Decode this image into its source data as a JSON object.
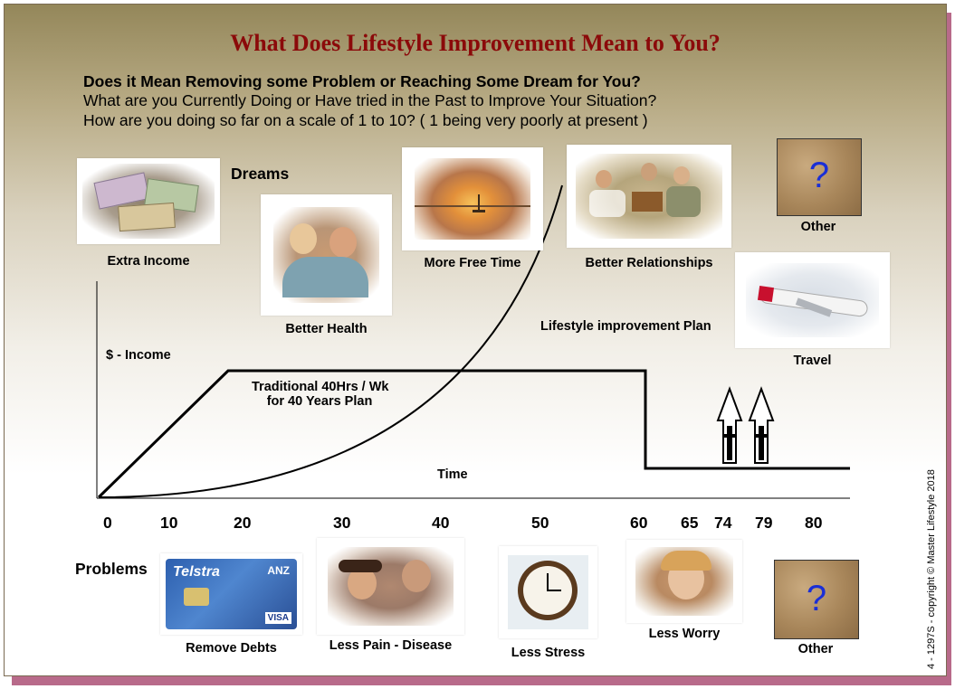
{
  "title": "What Does Lifestyle Improvement Mean to You?",
  "questions": {
    "q1": "Does it Mean Removing some Problem or Reaching Some Dream for You?",
    "q2": "What are you Currently Doing or Have tried in the Past to Improve Your Situation?",
    "q3": "How are you doing so far on a scale of 1 to 10? ( 1 being very poorly at present )"
  },
  "dreams": {
    "heading": "Dreams",
    "items": [
      "Extra Income",
      "Better Health",
      "More Free Time",
      "Better Relationships",
      "Other",
      "Travel"
    ]
  },
  "problems": {
    "heading": "Problems",
    "items": [
      "Remove Debts",
      "Less Pain - Disease",
      "Less Stress",
      "Less Worry",
      "Other"
    ]
  },
  "chart": {
    "y_label": "$ - Income",
    "x_label": "Time",
    "x_ticks": [
      "0",
      "10",
      "20",
      "30",
      "40",
      "50",
      "60",
      "65",
      "74",
      "79",
      "80"
    ],
    "traditional_label_line1": "Traditional 40Hrs / Wk",
    "traditional_label_line2": "for 40 Years Plan",
    "lifestyle_label": "Lifestyle improvement Plan"
  },
  "images": {
    "card_brand": "Telstra",
    "card_bank": "ANZ",
    "card_network": "VISA"
  },
  "other_symbol": "?",
  "credit": "4 - 1297S - copyright © Master Lifestyle 2018",
  "colors": {
    "title": "#8b0a0a",
    "question_mark": "#1a2fd6",
    "shadow": "#b86a8a"
  },
  "icons": [
    "money-icon",
    "couple-icon",
    "sunset-icon",
    "family-picnic-icon",
    "airplane-icon",
    "credit-card-icon",
    "headache-icon",
    "clock-icon",
    "worried-woman-icon",
    "question-icon",
    "tombstone-icon"
  ]
}
